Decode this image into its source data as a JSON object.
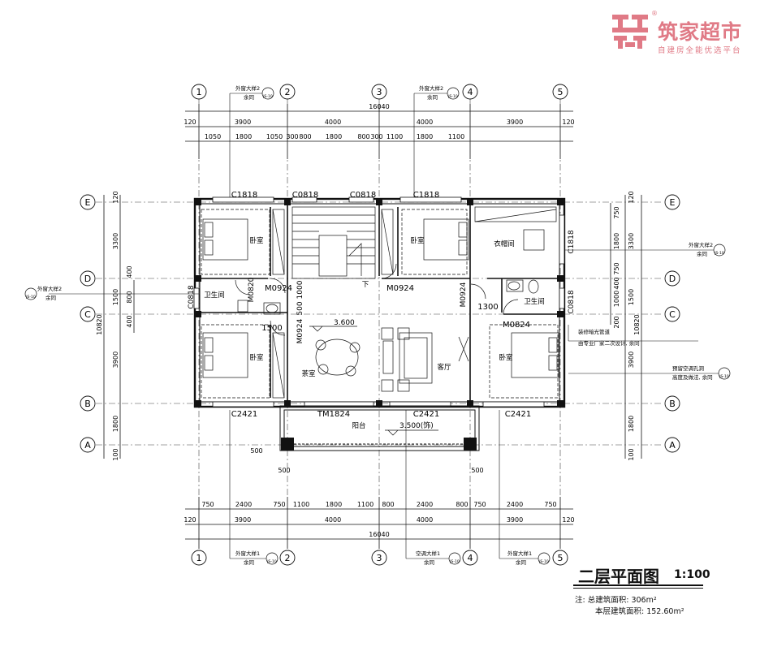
{
  "brand": {
    "name": "筑家超市",
    "tagline": "自建房全能优选平台",
    "registered_mark": "®",
    "color": "#e07a86"
  },
  "title": {
    "text": "二层平面图",
    "scale": "1:100"
  },
  "notes": {
    "total_area": "注: 总建筑面积: 306m²",
    "floor_area": "本层建筑面积: 152.60m²"
  },
  "grid": {
    "columns": [
      "1",
      "2",
      "3",
      "4",
      "5"
    ],
    "rows": [
      "E",
      "D",
      "C",
      "B",
      "A"
    ]
  },
  "dimensions": {
    "top_total": "16040",
    "top_bays": [
      "120",
      "3900",
      "4000",
      "4000",
      "3900",
      "120"
    ],
    "top_openings": [
      "1050",
      "1800",
      "1050",
      "300",
      "800",
      "1800",
      "800",
      "300",
      "1100",
      "1800",
      "1100"
    ],
    "bottom_openings": [
      "750",
      "2400",
      "750",
      "1100",
      "1800",
      "1100",
      "800",
      "2400",
      "800",
      "750",
      "2400",
      "750"
    ],
    "bottom_bays": [
      "120",
      "3900",
      "4000",
      "4000",
      "3900",
      "120"
    ],
    "bottom_total": "16040",
    "left_total": "10820",
    "left_bays": [
      "120",
      "3300",
      "1500",
      "3900",
      "1800",
      "100"
    ],
    "left_openings": [
      "400",
      "800",
      "400"
    ],
    "right_total": "10820",
    "right_bays": [
      "120",
      "3300",
      "1500",
      "3900",
      "1800",
      "100"
    ],
    "right_openings": [
      "750",
      "1800",
      "750",
      "400",
      "1000",
      "200"
    ],
    "balcony_offsets": [
      "500",
      "500",
      "500"
    ]
  },
  "rooms": {
    "bedroom": "卧室",
    "bathroom": "卫生间",
    "closet": "衣帽间",
    "tea_room": "茶室",
    "living_room": "客厅",
    "balcony": "阳台",
    "down": "下"
  },
  "openings": {
    "c1818": "C1818",
    "c0818": "C0818",
    "c2421": "C2421",
    "m0924": "M0924",
    "m0824": "M0824",
    "m0820": "M0820",
    "tm1824": "TM1824",
    "dim_1000": "1000",
    "dim_500": "500",
    "dim_1500": "1500",
    "dim_1300": "1300"
  },
  "elevations": {
    "floor": "3.600",
    "balcony": "3.500(饰)"
  },
  "annotations": {
    "ext_detail_2": "外窗大样2",
    "ext_detail_1": "外窗大样1",
    "ext_ref": "余同",
    "detail_ref": "JS-10",
    "balcony_detail": "空调大样1",
    "pipe_note_1": "装修暗光管道",
    "pipe_note_2": "由专业厂家二次设计, 余同",
    "ac_note_1": "预留空调孔洞",
    "ac_note_2": "高度及做法, 余同"
  }
}
